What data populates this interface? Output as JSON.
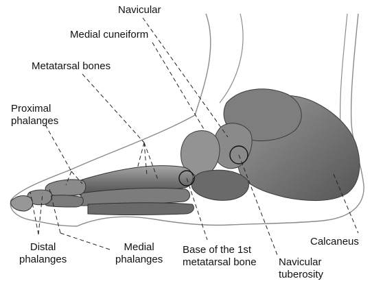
{
  "labels": {
    "navicular": "Navicular",
    "medial_cuneiform": "Medial cuneiform",
    "metatarsal_bones": "Metatarsal bones",
    "proximal_phalanges": [
      "Proximal",
      "phalanges"
    ],
    "distal_phalanges": [
      "Distal",
      "phalanges"
    ],
    "medial_phalanges": [
      "Medial",
      "phalanges"
    ],
    "base_first_metatarsal": [
      "Base of the 1st",
      "metatarsal bone"
    ],
    "navicular_tuberosity": [
      "Navicular",
      "tuberosity"
    ],
    "calcaneus": "Calcaneus"
  },
  "colors": {
    "bone_dark": "#5a5a5a",
    "bone_mid": "#8c8c8c",
    "bone_light": "#c2c2c2",
    "outline": "#7a7a7a",
    "leader": "#222222"
  }
}
